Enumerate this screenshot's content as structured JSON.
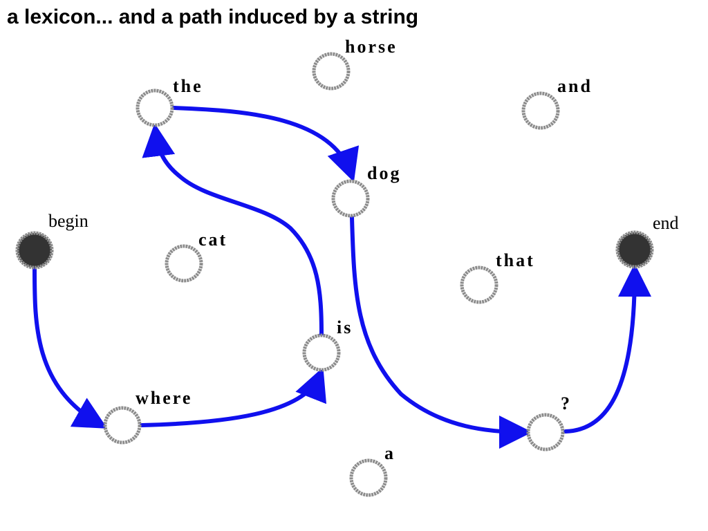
{
  "title": "a lexicon... and a path induced by a string",
  "colors": {
    "edge": "#1010ee",
    "node_stroke": "#8c8c8c",
    "terminal_fill": "#333333"
  },
  "nodes": {
    "begin": "begin",
    "end": "end",
    "the": "the",
    "horse": "horse",
    "and": "and",
    "dog": "dog",
    "cat": "cat",
    "that": "that",
    "is": "is",
    "where": "where",
    "question": "?",
    "a": "a"
  }
}
